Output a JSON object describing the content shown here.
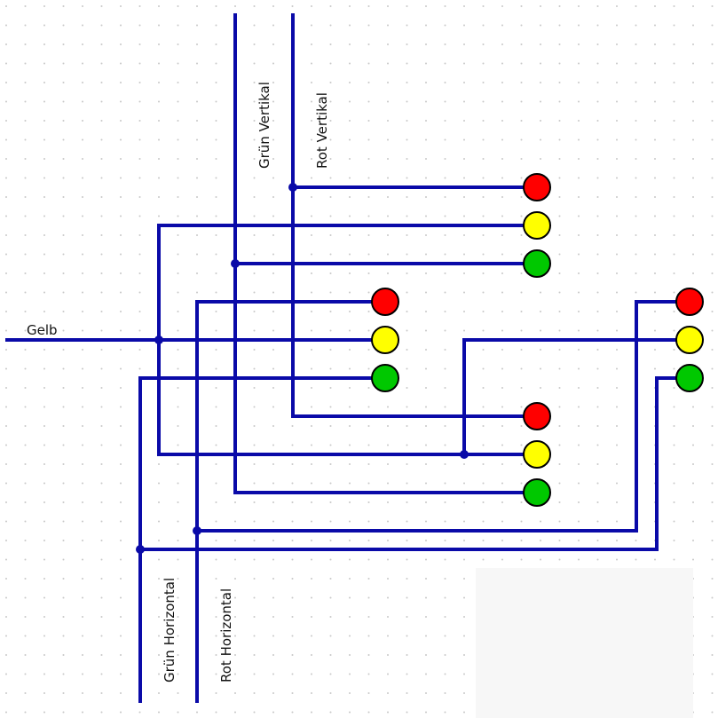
{
  "colors": {
    "background": "#ffffff",
    "grid_dot": "#c8c8c8",
    "wire": "#0a0aa8",
    "lamp_red": "#ff0000",
    "lamp_yellow": "#ffff00",
    "lamp_green": "#00c800",
    "lamp_outline": "#000000"
  },
  "labels": {
    "gelb": "Gelb",
    "gruen_vertikal": "Grün Vertikal",
    "rot_vertikal": "Rot Vertikal",
    "gruen_horizontal": "Grün Horizontal",
    "rot_horizontal": "Rot Horizontal"
  },
  "signals": [
    {
      "name": "signal-group-top",
      "lamps": [
        "red",
        "yellow",
        "green"
      ]
    },
    {
      "name": "signal-group-middle",
      "lamps": [
        "red",
        "yellow",
        "green"
      ]
    },
    {
      "name": "signal-group-right",
      "lamps": [
        "red",
        "yellow",
        "green"
      ]
    },
    {
      "name": "signal-group-bottom",
      "lamps": [
        "red",
        "yellow",
        "green"
      ]
    }
  ]
}
